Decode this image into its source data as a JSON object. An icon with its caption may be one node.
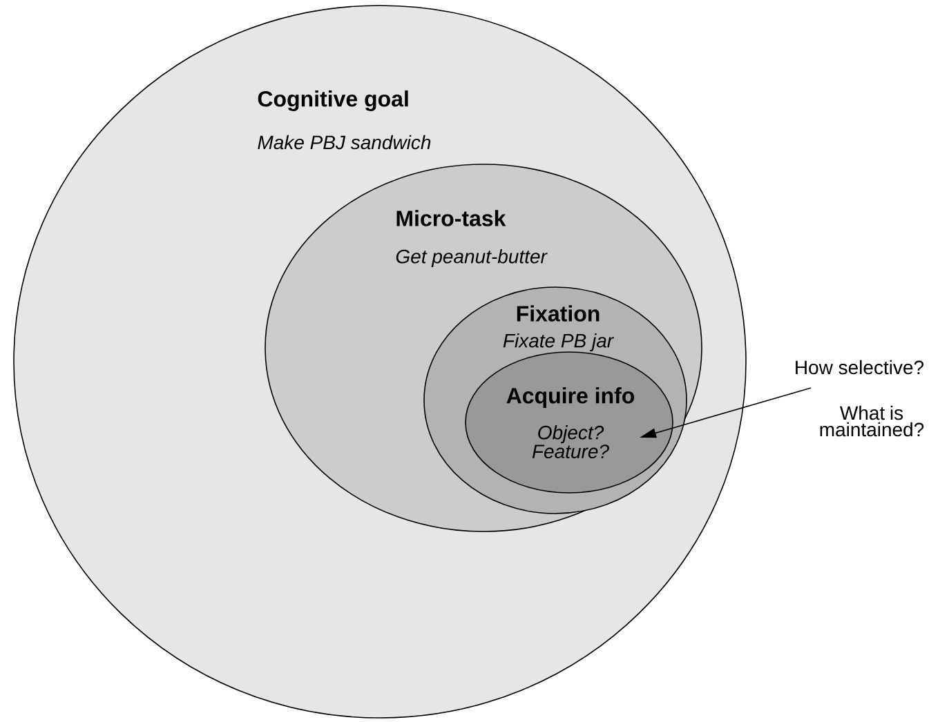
{
  "diagram": {
    "nodes": [
      {
        "text": [
          "Cognitive goal",
          "Make PBJ sandwich"
        ]
      },
      {
        "text": [
          "Micro-task",
          "Get peanut-butter"
        ],
        "in": 0
      },
      {
        "text": [
          "Fixation",
          "Fixate PB jar"
        ],
        "in": 1
      },
      {
        "text": [
          "Acquire info",
          "Object? Feature?"
        ],
        "in": 2
      },
      {
        "text": [
          "How selective?",
          "What is maintained?"
        ]
      }
    ],
    "edges": [
      {
        "from": 4,
        "to": 3,
        "arrow": "to"
      }
    ]
  }
}
